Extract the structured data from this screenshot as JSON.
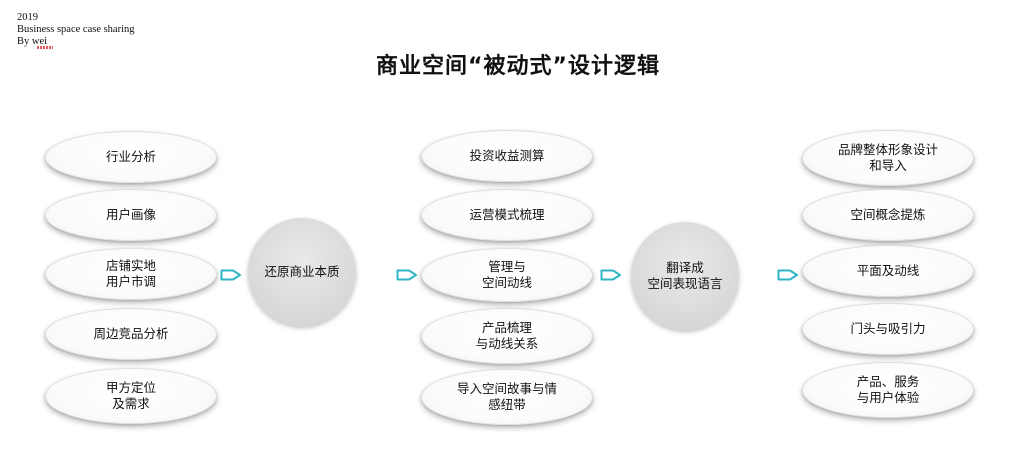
{
  "header": {
    "year": "2019",
    "subtitle": "Business space case sharing",
    "author": "By wei"
  },
  "title": "商业空间“被动式”设计逻辑",
  "left_items": [
    "行业分析",
    "用户画像",
    "店铺实地\n用户市调",
    "周边竞品分析",
    "甲方定位\n及需求"
  ],
  "hub_left": "还原商业本质",
  "middle_items": [
    "投资收益测算",
    "运营模式梳理",
    "管理与\n空间动线",
    "产品梳理\n与动线关系",
    "导入空间故事与情\n感纽带"
  ],
  "hub_right": "翻译成\n空间表现语言",
  "right_items": [
    "品牌整体形象设计\n和导入",
    "空间概念提炼",
    "平面及动线",
    "门头与吸引力",
    "产品、服务\n与用户体验"
  ],
  "colors": {
    "arrow": "#2fb5c4",
    "hub": "#d9d9d9"
  },
  "icons": {
    "arrow": "hollow-right-arrow-icon"
  }
}
